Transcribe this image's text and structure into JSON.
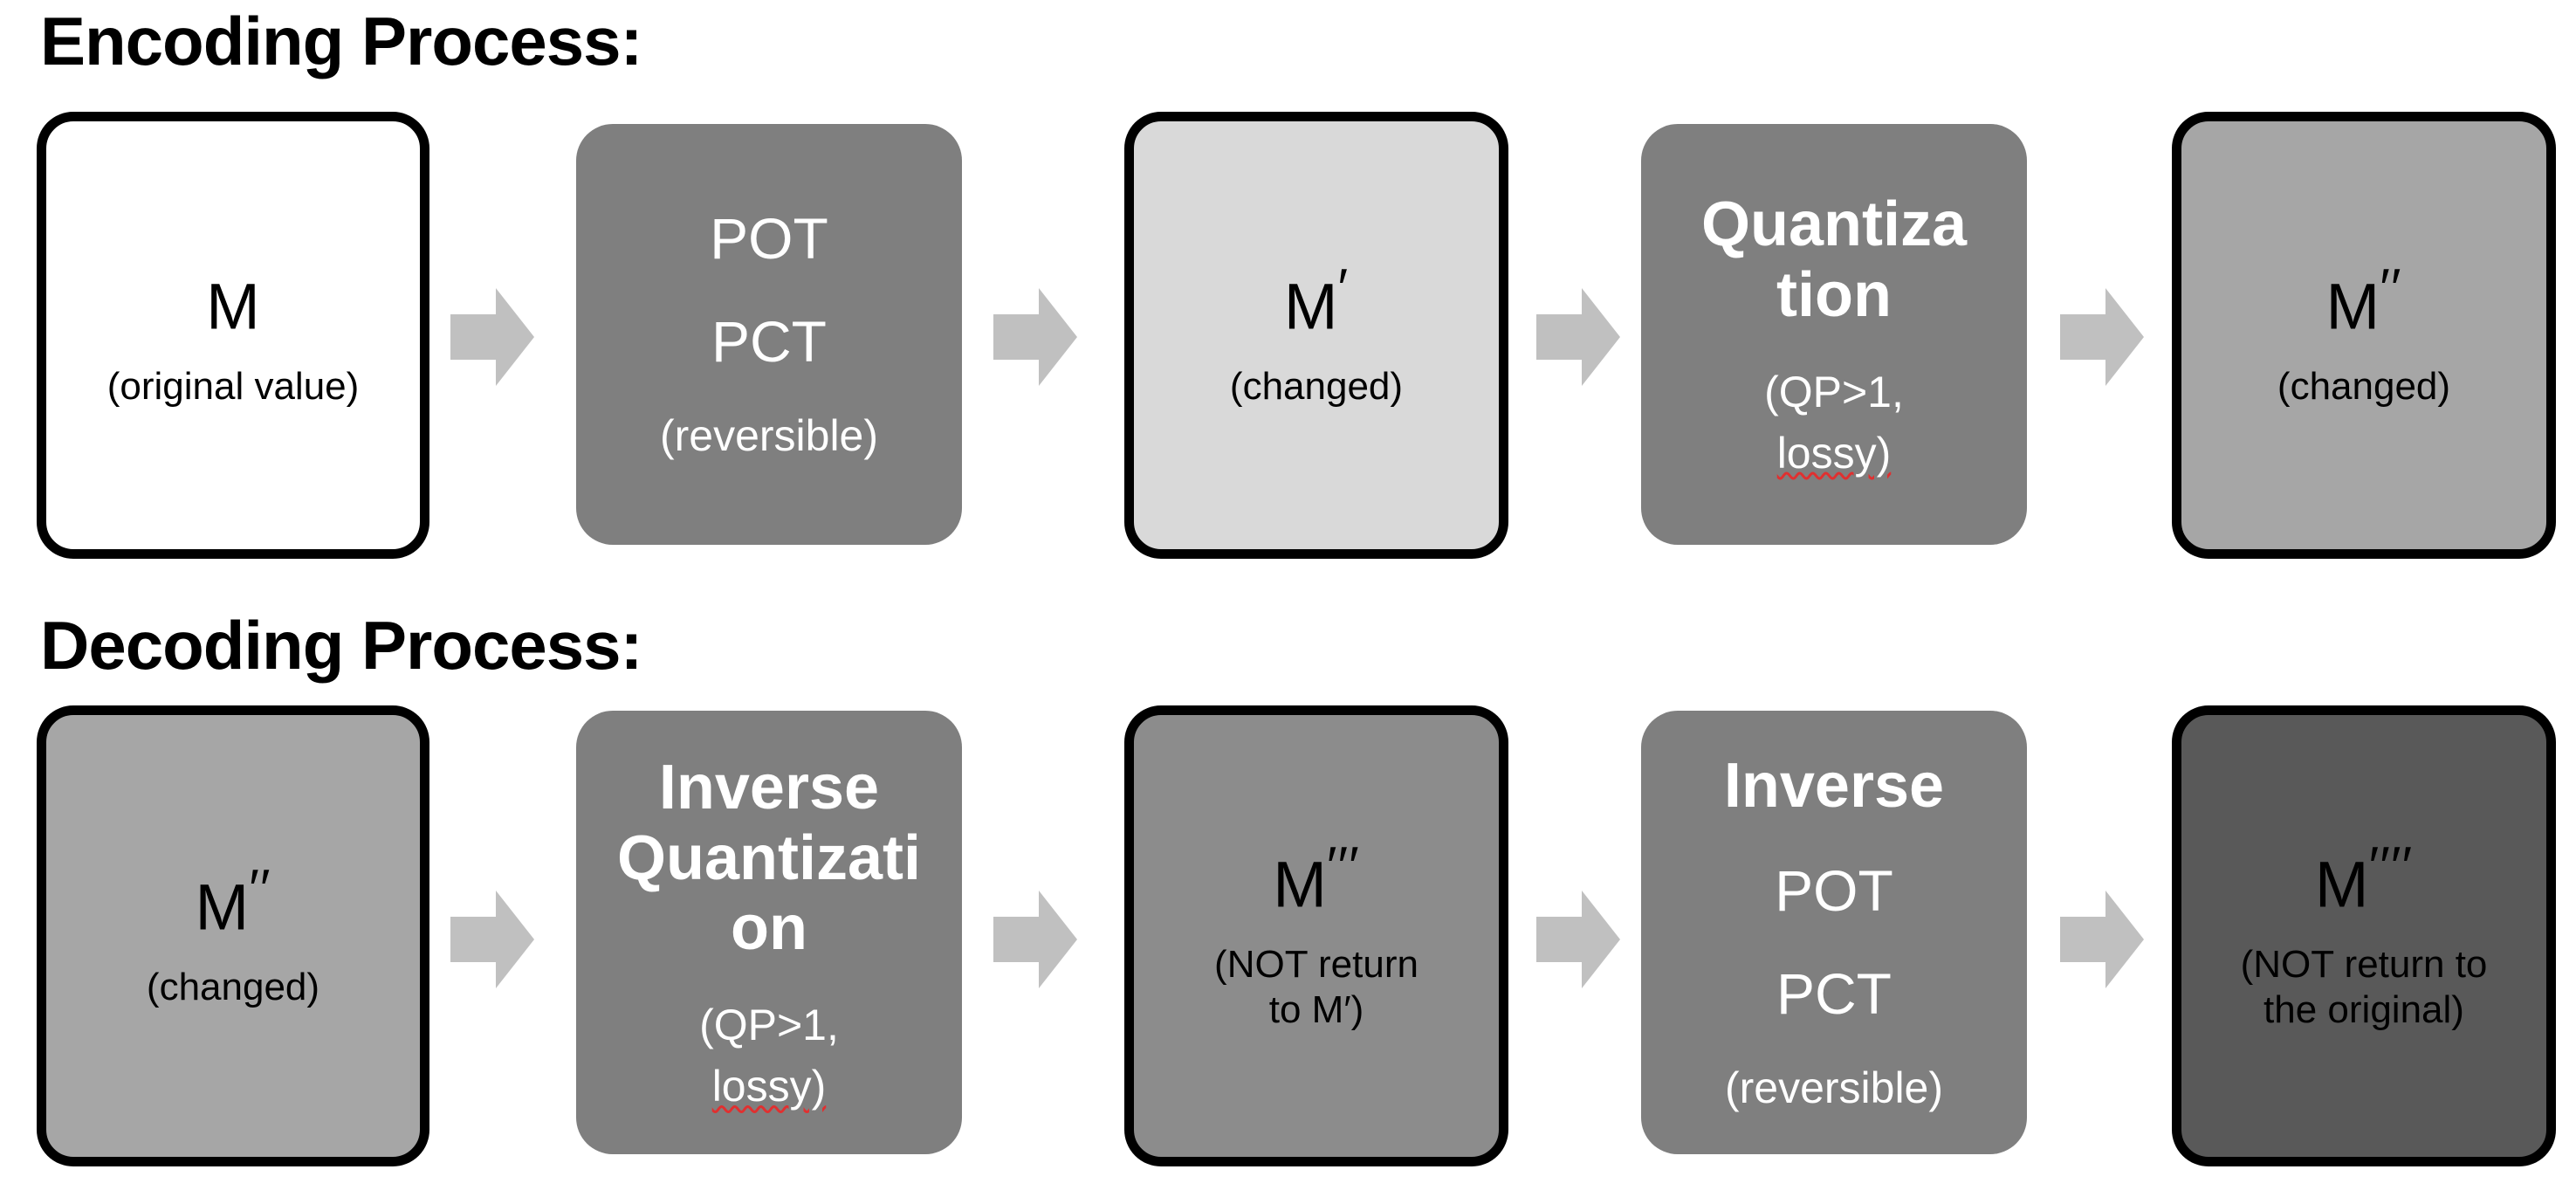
{
  "titles": {
    "encoding": "Encoding Process:",
    "decoding": "Decoding Process:"
  },
  "colors": {
    "box_white": "#ffffff",
    "box_light_gray": "#d9d9d9",
    "box_mid_light_gray": "#a6a6a6",
    "box_gray": "#7f7f7f",
    "box_dark_gray": "#8c8c8c",
    "box_darkest_gray": "#595959",
    "border": "#000000",
    "arrow": "#c0c0c0",
    "spellcheck_underline": "#e03030"
  },
  "encoding": {
    "boxes": [
      {
        "kind": "data",
        "symbol": "M",
        "primes": "",
        "note": "(original value)",
        "fill": "#ffffff",
        "bordered": true
      },
      {
        "kind": "process",
        "line1": "POT",
        "line2": "PCT",
        "note": "(reversible)",
        "fill": "#7f7f7f",
        "bordered": false
      },
      {
        "kind": "data",
        "symbol": "M",
        "primes": "′",
        "note": "(changed)",
        "fill": "#d9d9d9",
        "bordered": true
      },
      {
        "kind": "process",
        "line1": "Quantiza",
        "line2": "tion",
        "note": "(QP>1,",
        "note2": "lossy)",
        "fill": "#7f7f7f",
        "bordered": false
      },
      {
        "kind": "data",
        "symbol": "M",
        "primes": "′′",
        "note": "(changed)",
        "fill": "#a6a6a6",
        "bordered": true
      }
    ],
    "arrows": [
      "arrow-right-icon",
      "arrow-right-icon",
      "arrow-right-icon",
      "arrow-right-icon"
    ]
  },
  "decoding": {
    "boxes": [
      {
        "kind": "data",
        "symbol": "M",
        "primes": "′′",
        "note": "(changed)",
        "fill": "#a6a6a6",
        "bordered": true
      },
      {
        "kind": "process",
        "line1": "Inverse",
        "line2": "Quantizati",
        "line3": "on",
        "note": "(QP>1,",
        "note2": "lossy)",
        "fill": "#7f7f7f",
        "bordered": false
      },
      {
        "kind": "data",
        "symbol": "M",
        "primes": "′′′",
        "note": "(NOT return\nto M′)",
        "fill": "#8c8c8c",
        "bordered": true
      },
      {
        "kind": "process",
        "line1": "Inverse",
        "line2": "POT",
        "line3": "PCT",
        "note": "(reversible)",
        "fill": "#7f7f7f",
        "bordered": false
      },
      {
        "kind": "data",
        "symbol": "M",
        "primes": "′′′′",
        "note": "(NOT return to\nthe original)",
        "fill": "#595959",
        "bordered": true
      }
    ],
    "arrows": [
      "arrow-right-icon",
      "arrow-right-icon",
      "arrow-right-icon",
      "arrow-right-icon"
    ]
  }
}
